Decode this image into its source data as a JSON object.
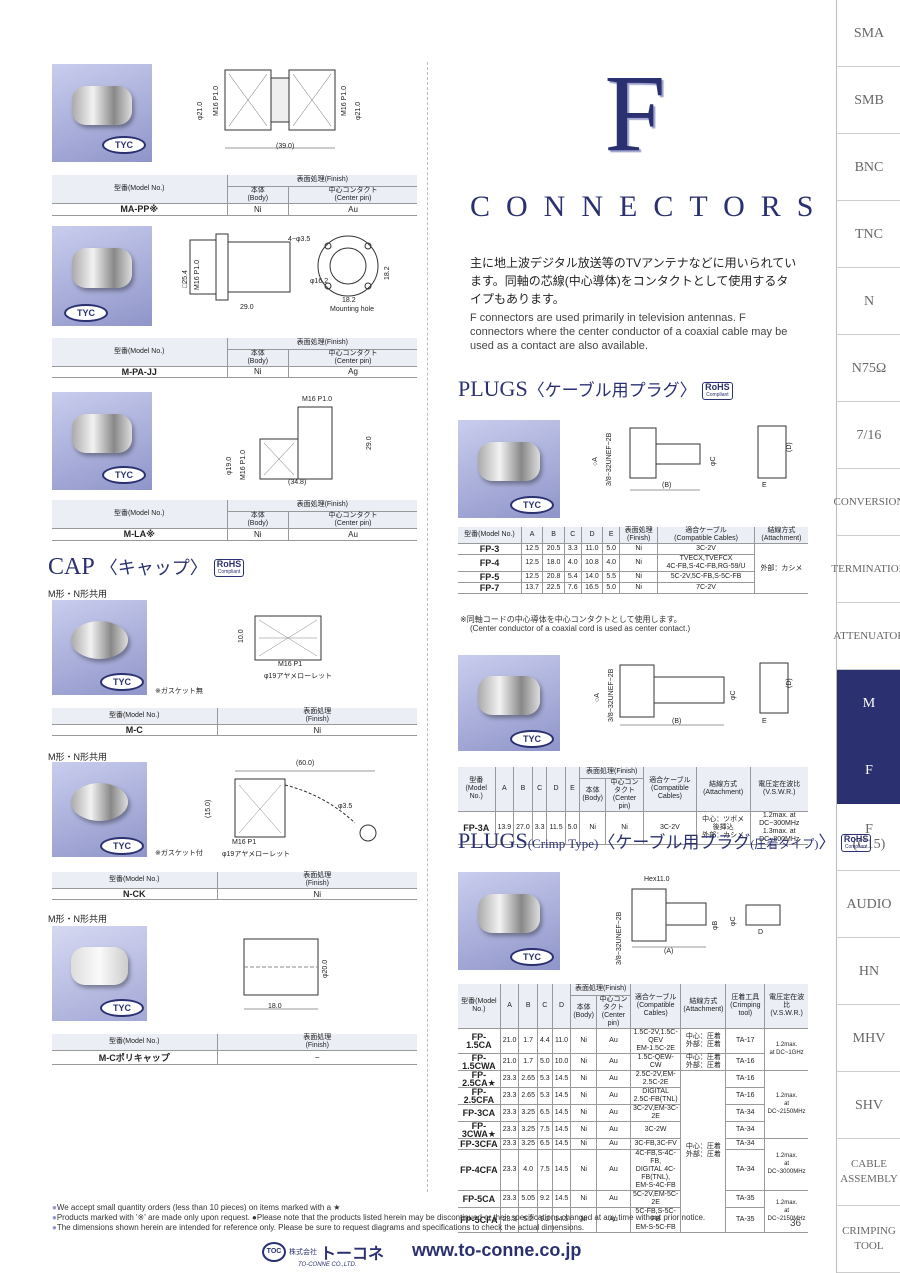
{
  "side_tabs": [
    "SMA",
    "SMB",
    "BNC",
    "TNC",
    "N",
    "N75Ω",
    "7/16",
    "CONVERSION",
    "TERMINATION",
    "ATTENUATOR",
    "M",
    "F",
    "F\n(C15)",
    "AUDIO",
    "HN",
    "MHV",
    "SHV",
    "CABLE\nASSEMBLY",
    "CRIMPING\nTOOL"
  ],
  "active_tabs": [
    "M",
    "F"
  ],
  "accent_color": "#2b3170",
  "logo_text": "TYC",
  "common": {
    "model_header": "型番(Model No.)",
    "finish_header": "表面処理(Finish)",
    "body_header": "本体\n(Body)",
    "center_pin_header": "中心コンタクト\n(Center pin)",
    "finish_only_header": "表面処理\n(Finish)"
  },
  "ma_pp": {
    "model": "MA-PP※",
    "body": "Ni",
    "pin": "Au",
    "dims": {
      "d1": "φ21.0",
      "t1": "M16 P1.0",
      "t2": "M16 P1.0",
      "d2": "φ21.0",
      "len": "(39.0)"
    }
  },
  "m_pa_jj": {
    "model": "M-PA-JJ",
    "body": "Ni",
    "pin": "Ag",
    "dims": {
      "sq": "□25.4",
      "t1": "M16 P1.0",
      "holes": "4−φ3.5",
      "pcd": "φ16.2",
      "w": "18.2",
      "w2": "18.2",
      "len": "29.0",
      "mount": "Mounting hole"
    }
  },
  "m_la": {
    "model": "M-LA※",
    "body": "Ni",
    "pin": "Au",
    "dims": {
      "top": "M16 P1.0",
      "d": "φ19.0",
      "t": "M16 P1.0",
      "h": "29.0",
      "len": "(34.8)"
    }
  },
  "cap_section": {
    "title": "CAP",
    "title_jp": "〈キャップ〉",
    "rohs": "RoHS",
    "rohs_sub": "Compliant"
  },
  "m_c": {
    "label": "M形・N形共用",
    "gasket": "※ガスケット無",
    "model": "M-C",
    "finish": "Ni",
    "dims": {
      "h": "10.0",
      "t": "M16 P1",
      "knurl": "φ19アヤメローレット"
    }
  },
  "n_ck": {
    "label": "M形・N形共用",
    "gasket": "※ガスケット付",
    "model": "N-CK",
    "finish": "Ni",
    "dims": {
      "len": "(60.0)",
      "h": "(15.0)",
      "hole": "φ3.5",
      "t": "M16 P1",
      "knurl": "φ19アヤメローレット"
    }
  },
  "m_c_poly": {
    "label": "M形・N形共用",
    "model": "M-Cポリキャップ",
    "finish": "−",
    "dims": {
      "d": "φ20.0",
      "len": "18.0"
    }
  },
  "header": {
    "big_letter": "F",
    "word": "CONNECTORS",
    "intro_jp": "主に地上波デジタル放送等のTVアンテナなどに用いられています。同軸の芯線(中心導体)をコンタクトとして使用するタイプもあります。",
    "intro_en": "F connectors are used primarily in television antennas. F connectors where the center conductor of a coaxial cable may be used as a contact are also available."
  },
  "plugs": {
    "title": "PLUGS",
    "title_jp": "〈ケーブル用プラグ〉",
    "dims": {
      "a": "○A",
      "thread": "3/8−32UNEF−2B",
      "b": "(B)",
      "c": "φC",
      "d": "(D)",
      "e": "E"
    },
    "columns": [
      "型番(Model No.)",
      "A",
      "B",
      "C",
      "D",
      "E",
      "表面処理\n(Finish)",
      "適合ケーブル\n(Compatible Cables)",
      "結線方式\n(Attachment)"
    ],
    "rows": [
      [
        "FP-3",
        "12.5",
        "20.5",
        "3.3",
        "11.0",
        "5.0",
        "Ni",
        "3C-2V"
      ],
      [
        "FP-4",
        "12.5",
        "18.0",
        "4.0",
        "10.8",
        "4.0",
        "Ni",
        "TVECX,TVEFCX\n4C-FB,S-4C-FB,RG-59/U"
      ],
      [
        "FP-5",
        "12.5",
        "20.8",
        "5.4",
        "14.0",
        "5.5",
        "Ni",
        "5C-2V,5C-FB,S-5C-FB"
      ],
      [
        "FP-7",
        "13.7",
        "22.5",
        "7.6",
        "16.5",
        "5.0",
        "Ni",
        "7C-2V"
      ]
    ],
    "attachment": "外部：カシメ",
    "note1": "※同軸コードの中心導体を中心コンタクトとして使用します。",
    "note2": "(Center conductor of a coaxial cord is used as center contact.)"
  },
  "fp3a": {
    "columns": [
      "型番(Model No.)",
      "A",
      "B",
      "C",
      "D",
      "E",
      "表面処理(Finish)",
      "本体\n(Body)",
      "中心コンタクト\n(Center pin)",
      "適合ケーブル\n(Compatible Cables)",
      "結線方式\n(Attachment)",
      "電圧定在波比\n(V.S.W.R.)"
    ],
    "row": [
      "FP-3A",
      "13.9",
      "27.0",
      "3.3",
      "11.5",
      "5.0",
      "Ni",
      "Ni",
      "3C-2V",
      "中心：ツボメ後挿込\n外部：カシメ",
      "1.2max. at DC~300MHz\n1.3max. at DC~800MHz"
    ]
  },
  "plugs_crimp": {
    "title": "PLUGS",
    "title_sub": "(Crimp Type)",
    "title_jp": "〈ケーブル用プラグ",
    "title_jp_sub": "(圧着タイプ)",
    "title_jp_end": "〉",
    "dims": {
      "hex": "Hex11.0",
      "thread": "3/8−32UNEF−2B",
      "a": "(A)",
      "b": "φB",
      "c": "φC",
      "d": "D"
    },
    "columns": [
      "型番(Model No.)",
      "A",
      "B",
      "C",
      "D",
      "表面処理(Finish)",
      "本体\n(Body)",
      "中心コンタクト\n(Center pin)",
      "適合ケーブル\n(Compatible Cables)",
      "結線方式\n(Attachment)",
      "圧着工具\n(Crimping tool)",
      "電圧定在波比\n(V.S.W.R.)"
    ],
    "rows": [
      [
        "FP-1.5CA",
        "21.0",
        "1.7",
        "4.4",
        "11.0",
        "Ni",
        "Au",
        "1.5C-2V,1.5C-QEV\nEM-1.5C-2E",
        "中心：圧着\n外部：圧着",
        "TA-17"
      ],
      [
        "FP-1.5CWA",
        "21.0",
        "1.7",
        "5.0",
        "10.0",
        "Ni",
        "Au",
        "1.5C-QEW-CW",
        "中心：圧着\n外部：圧着",
        "TA-16"
      ],
      [
        "FP-2.5CA★",
        "23.3",
        "2.65",
        "5.3",
        "14.5",
        "Ni",
        "Au",
        "2.5C-2V,EM-2.5C-2E",
        "",
        "TA-16"
      ],
      [
        "FP-2.5CFA",
        "23.3",
        "2.65",
        "5.3",
        "14.5",
        "Ni",
        "Au",
        "DIGITAL 2.5C-FB(TNL)",
        "",
        "TA-16"
      ],
      [
        "FP-3CA",
        "23.3",
        "3.25",
        "6.5",
        "14.5",
        "Ni",
        "Au",
        "3C-2V,EM-3C-2E",
        "",
        "TA-34"
      ],
      [
        "FP-3CWA★",
        "23.3",
        "3.25",
        "7.5",
        "14.5",
        "Ni",
        "Au",
        "3C-2W",
        "",
        "TA-34"
      ],
      [
        "FP-3CFA",
        "23.3",
        "3.25",
        "6.5",
        "14.5",
        "Ni",
        "Au",
        "3C-FB,3C-FV",
        "",
        "TA-34"
      ],
      [
        "FP-4CFA",
        "23.3",
        "4.0",
        "7.5",
        "14.5",
        "Ni",
        "Au",
        "4C-FB,S-4C-FB,\nDIGITAL 4C-FB(TNL),\nEM-S-4C-FB",
        "",
        "TA-34"
      ],
      [
        "FP-5CA",
        "23.3",
        "5.05",
        "9.2",
        "14.5",
        "Ni",
        "Au",
        "5C-2V,EM-5C-2E",
        "",
        "TA-35"
      ],
      [
        "FP-5CFA",
        "23.3",
        "5.2",
        "9.2",
        "14.5",
        "Ni",
        "Au",
        "5C-FB,S-5C-FB\nEM-S-5C-FB",
        "",
        "TA-35"
      ]
    ],
    "attachment_group": "中心：圧着\n外部：圧着",
    "vswr": [
      "1.2max.\nat DC~1GHz",
      "1.2max.\nat\nDC~2150MHz",
      "1.2max.\nat\nDC~3000MHz",
      "1.2max.\nat\nDC~2150MHz"
    ]
  },
  "footer": {
    "notes": [
      "We accept small quantity orders (less than 10 pieces) on items marked with a ★",
      "Products marked with '※' are made only upon request. ●Please note that the products listed herein may be discontinued or their specifications changed at any time without prior notice.",
      "The dimensions shown herein are intended for reference only. Please be sure to request diagrams and specifications to check the actual dimensions."
    ],
    "page": "36",
    "company_prefix": "株式会社",
    "company": "トーコネ",
    "company_en": "TO-CONNE CO.,LTD.",
    "url": "www.to-conne.co.jp",
    "logo": "TOC"
  }
}
